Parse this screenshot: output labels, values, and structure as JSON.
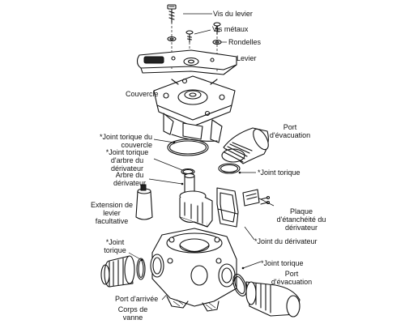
{
  "labels": {
    "vis_du_levier": "Vis du levier",
    "vis_metaux": "Vis métaux",
    "rondelles": "Rondelles",
    "levier": "Levier",
    "couvercle": "Couvercle",
    "joint_torique_couvercle": "*Joint torique du\ncouvercle",
    "port_evacuation_haut": "Port\nd'évacuation",
    "joint_torique_arbre": "*Joint torique\nd'arbre du\ndérivateur",
    "arbre_derivateur": "Arbre du\ndérivateur",
    "joint_torique_droite": "*Joint torique",
    "extension_levier": "Extension de\nlevier\nfacultative",
    "plaque_etancheite": "Plaque\nd'étanchéité du\ndérivateur",
    "joint_derivateur": "*Joint du dérivateur",
    "joint_torique_gauche": "*Joint\ntorique",
    "joint_torique_bas": "*Joint torique",
    "port_evacuation_bas": "Port\nd'évacuation",
    "port_arrivee": "Port d'arrivée",
    "corps_vanne": "Corps de\nvanne"
  }
}
